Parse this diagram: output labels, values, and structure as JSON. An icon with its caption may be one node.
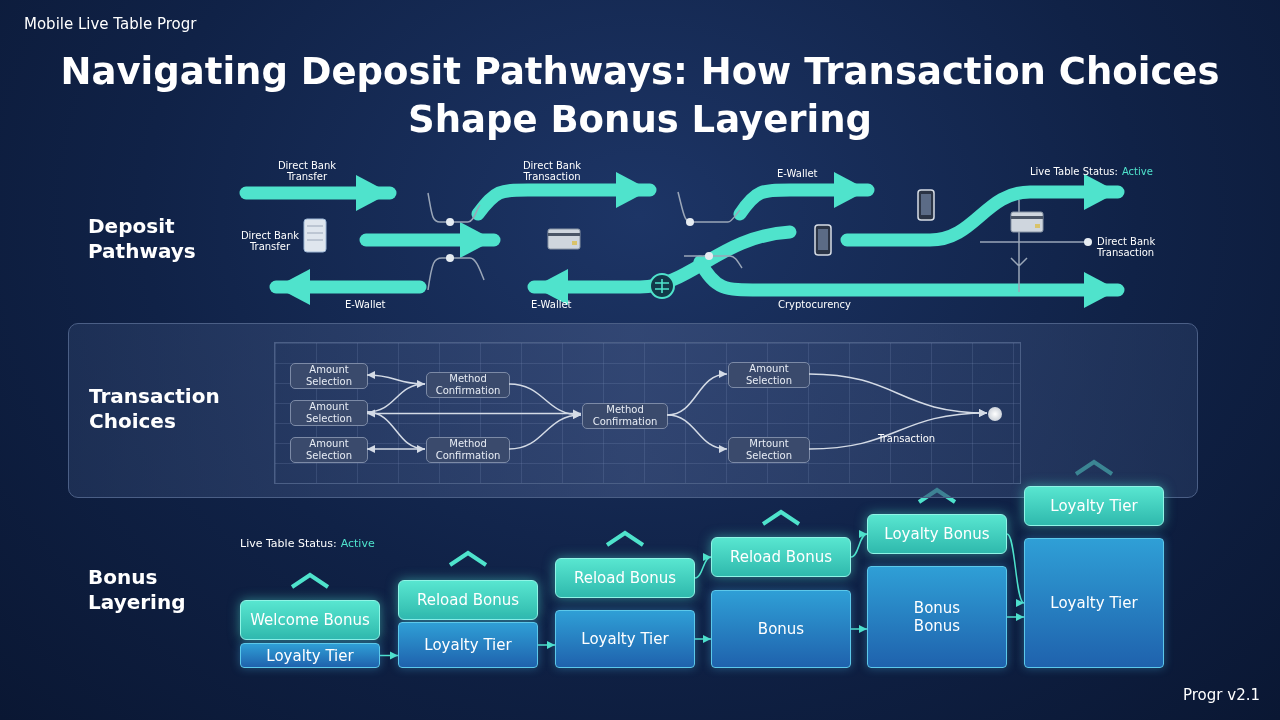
{
  "diagram": {
    "title": "Navigating Deposit Pathways: How Transaction Choices Shape Bonus Layering",
    "nodes": [
      {
        "text": [
          "Transaction Choices"
        ]
      },
      {
        "text": [
          "Amount Selection"
        ],
        "in": 0
      },
      {
        "text": [
          "Amount Selection"
        ],
        "in": 0
      },
      {
        "text": [
          "Amount Selection"
        ],
        "in": 0
      },
      {
        "text": [
          "Method Confirmation"
        ],
        "in": 0
      },
      {
        "text": [
          "Method Confirmation"
        ],
        "in": 0
      },
      {
        "text": [
          "Method Confirmation"
        ],
        "in": 0
      },
      {
        "text": [
          "Amount Selection"
        ],
        "in": 0
      },
      {
        "text": [
          "Mrtount Selection"
        ],
        "in": 0
      },
      {
        "text": [],
        "shape": "circle",
        "in": 0
      },
      {
        "text": [
          "Welcome Bonus"
        ]
      },
      {
        "text": [
          "Loyalty Tier"
        ]
      },
      {
        "text": [
          "Reload Bonus"
        ]
      },
      {
        "text": [
          "Loyalty Tier"
        ]
      },
      {
        "text": [
          "Reload Bonus"
        ]
      },
      {
        "text": [
          "Loyalty Tier"
        ]
      },
      {
        "text": [
          "Reload Bonus"
        ]
      },
      {
        "text": [
          "Bonus"
        ]
      },
      {
        "text": [
          "Loyalty Bonus"
        ]
      },
      {
        "text": [
          "Bonus Bonus"
        ]
      },
      {
        "text": [
          "Loyalty Tier"
        ]
      },
      {
        "text": [
          "Loyalty Tier"
        ]
      }
    ],
    "edges": [
      {
        "from": 4,
        "to": 1,
        "arrow": "to"
      },
      {
        "from": 2,
        "to": 4,
        "arrow": "to"
      },
      {
        "from": 2,
        "to": 6,
        "arrow": "both"
      },
      {
        "from": 2,
        "to": 5,
        "arrow": "to"
      },
      {
        "from": 5,
        "to": 3,
        "arrow": "to"
      },
      {
        "from": 4,
        "to": 6,
        "arrow": "to"
      },
      {
        "from": 5,
        "to": 6,
        "arrow": "to"
      },
      {
        "from": 6,
        "to": 7,
        "arrow": "to"
      },
      {
        "from": 6,
        "to": 8,
        "arrow": "to"
      },
      {
        "from": 7,
        "to": 9,
        "arrow": "to"
      },
      {
        "from": 8,
        "to": 9,
        "arrow": "to"
      },
      {
        "from": 11,
        "to": 13,
        "arrow": "to",
        "color": "#4fe3cc"
      },
      {
        "from": 13,
        "to": 15,
        "arrow": "to",
        "color": "#4fe3cc"
      },
      {
        "from": 14,
        "to": 16,
        "arrow": "to",
        "color": "#4fe3cc"
      },
      {
        "from": 15,
        "to": 17,
        "arrow": "to",
        "color": "#4fe3cc"
      },
      {
        "from": 16,
        "to": 18,
        "arrow": "to",
        "color": "#4fe3cc"
      },
      {
        "from": 17,
        "to": 19,
        "arrow": "to",
        "color": "#4fe3cc"
      },
      {
        "from": 18,
        "to": 21,
        "arrow": "to",
        "color": "#4fe3cc"
      },
      {
        "from": 19,
        "to": 21,
        "arrow": "to",
        "color": "#4fe3cc"
      }
    ],
    "labels": [
      "Mobile Live Table Progr",
      "Deposit Pathways",
      "Direct Bank Transfer",
      "Direct Bank Transaction",
      "E-Wallet",
      "Live Table Status:",
      "Active",
      "Direct Bank Transfer",
      "Direct Bank Transaction",
      "E-Wallet",
      "E-Wallet",
      "Cryptocurency",
      "Transaction",
      "Bonus Layering",
      "Live Table Status:",
      "Active",
      "Progr v2.1"
    ]
  }
}
